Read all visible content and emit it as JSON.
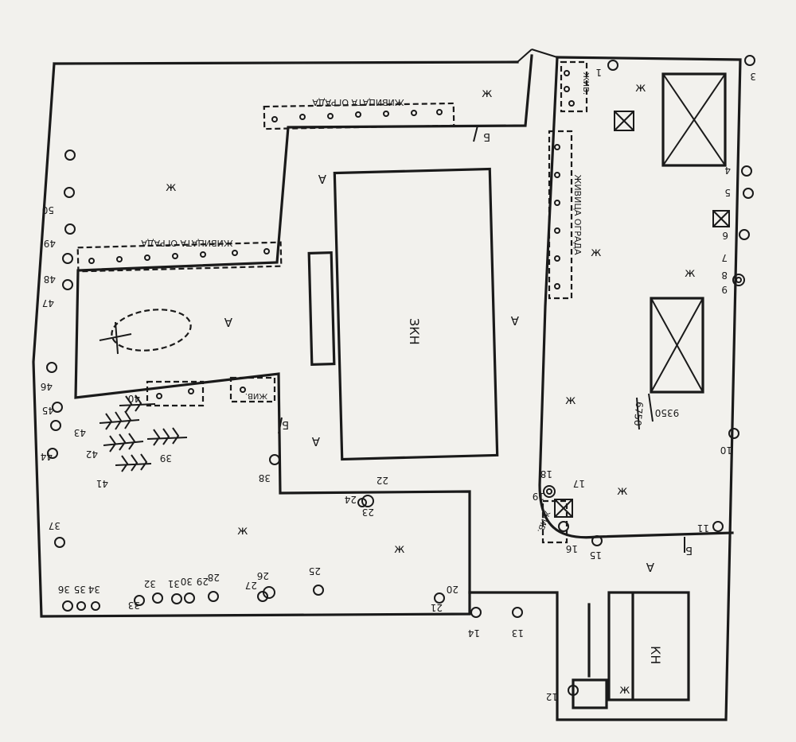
{
  "colors": {
    "paper": "#f2f1ed",
    "ink": "#1a1a1a"
  },
  "labels": {
    "building_main": "ЗКН",
    "building_small": "КН",
    "hedge_top": "ЖИВИЦАТА ОГРАДА",
    "hedge_left": "ЖИВИЦАТА ОГРАДА",
    "hedge_right": "ЖИВИЦА ОГРАДА",
    "hedge_small_1": "ЖИВ.",
    "hedge_small_2": "ЖИВ.",
    "hedge_small_3": "ЖИВ.",
    "dim_1": "6750",
    "dim_2": "9350"
  },
  "surface_codes": {
    "grass": "ж",
    "asphalt": "А",
    "curb": "Б"
  },
  "trees": [
    "1",
    "3",
    "4",
    "5",
    "6",
    "7",
    "8",
    "9",
    "10",
    "11",
    "12",
    "13",
    "14",
    "15",
    "16",
    "17",
    "18",
    "19",
    "20",
    "21",
    "22",
    "23",
    "24",
    "25",
    "26",
    "27",
    "28",
    "29",
    "30",
    "31",
    "32",
    "33",
    "34",
    "35",
    "36",
    "37",
    "38",
    "39",
    "40",
    "41",
    "42",
    "43",
    "44",
    "45",
    "46",
    "47",
    "48",
    "49",
    "50"
  ]
}
